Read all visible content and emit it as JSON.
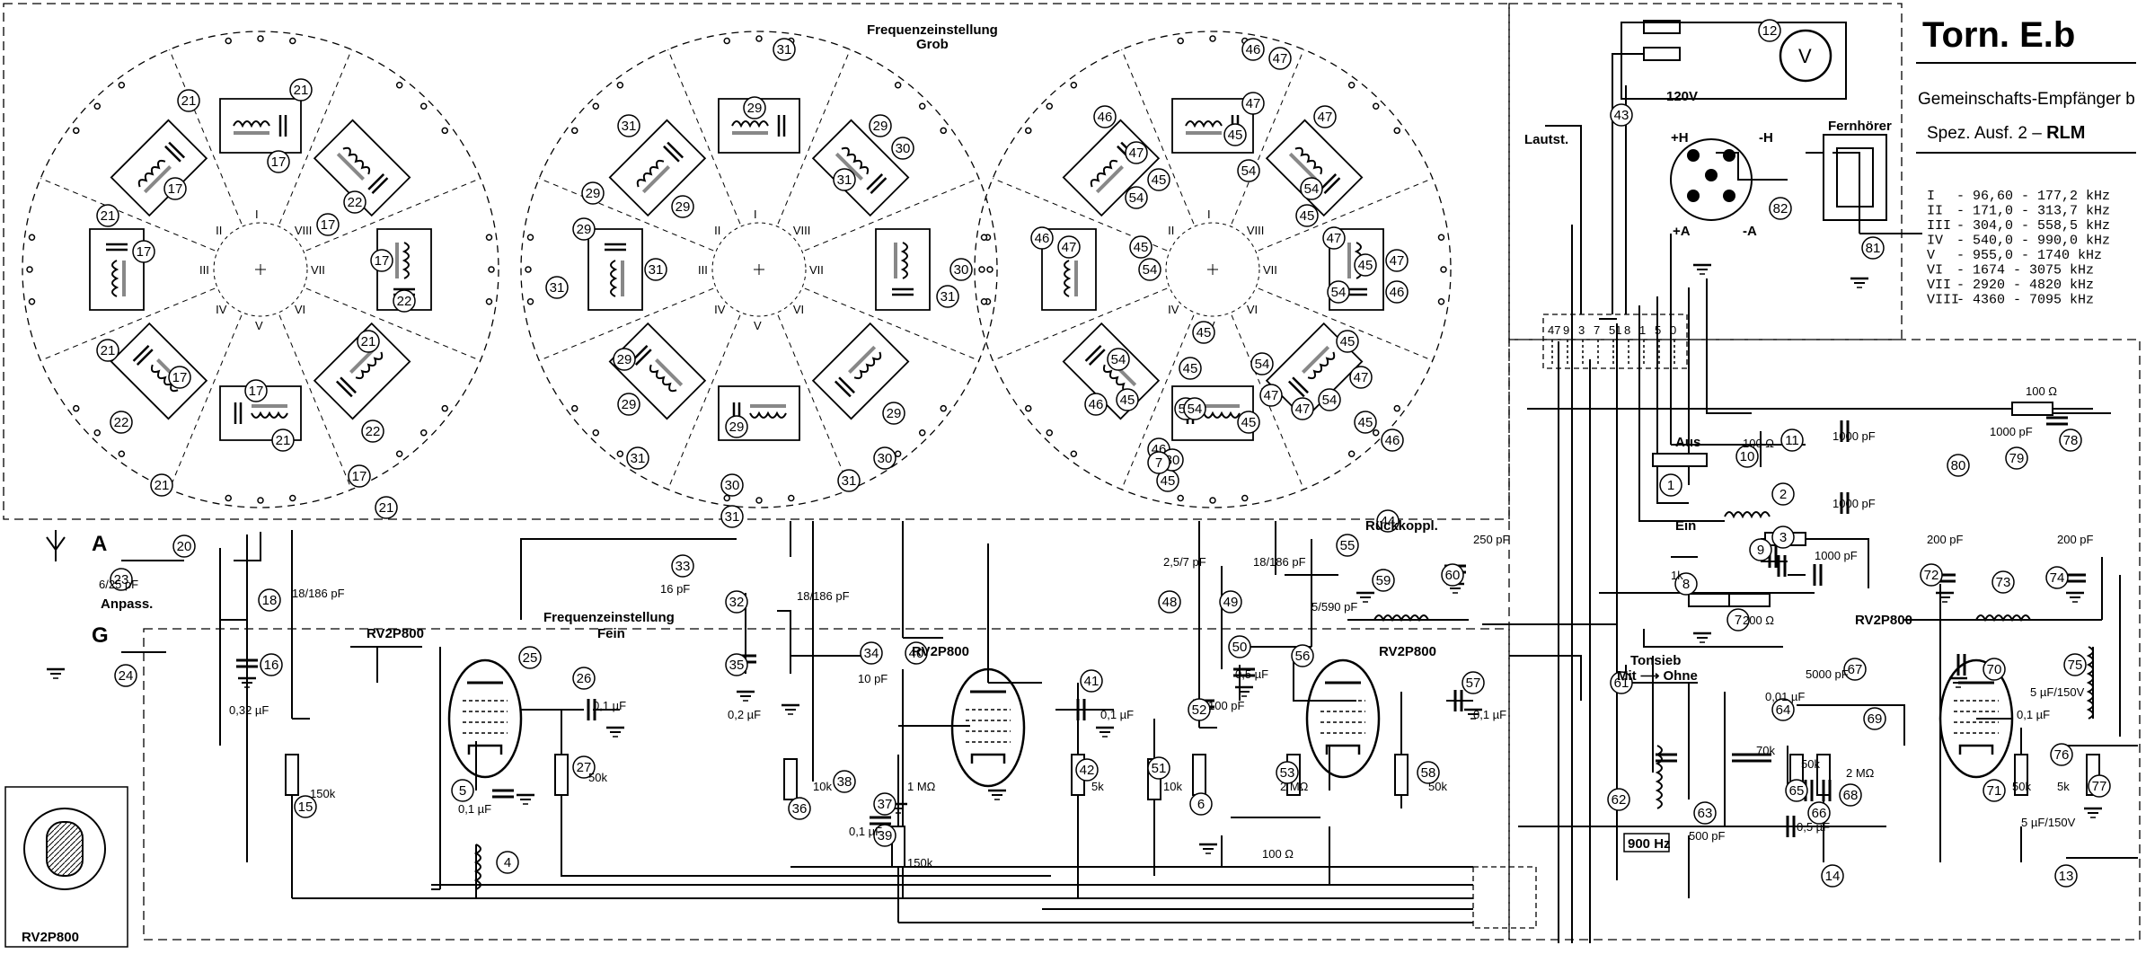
{
  "title": {
    "main": "Torn. E.b",
    "line1": "Gemeinschafts-Empfänger b",
    "line2_prefix": "Spez. Ausf. 2 – ",
    "line2_bold": "RLM"
  },
  "ranges": [
    {
      "roman": "I",
      "text": "-  96,60 - 177,2  kHz"
    },
    {
      "roman": "II",
      "text": "-  171,0 - 313,7  kHz"
    },
    {
      "roman": "III",
      "text": "-  304,0 - 558,5  kHz"
    },
    {
      "roman": "IV",
      "text": "-  540,0 - 990,0  kHz"
    },
    {
      "roman": "V",
      "text": "-  955,0 - 1740  kHz"
    },
    {
      "roman": "VI",
      "text": "-  1674 - 3075  kHz"
    },
    {
      "roman": "VII",
      "text": "-  2920 - 4820  kHz"
    },
    {
      "roman": "VIII",
      "text": "-  4360 - 7095  kHz"
    }
  ],
  "labels": {
    "freq_coarse_1": "Frequenzeinstellung",
    "freq_coarse_2": "Grob",
    "freq_fine_1": "Frequenzeinstellung",
    "freq_fine_2": "Fein",
    "lautst": "Lautst.",
    "fernhoerer": "Fernhörer",
    "rueckkoppl": "Rückkoppl.",
    "anpass": "Anpass.",
    "tonsieb": "Tonsieb",
    "mit_ohne": "Mit ⟶ Ohne",
    "aus": "Aus",
    "ein": "Ein",
    "v120": "120V",
    "hz900": "900 Hz",
    "ant_a": "A",
    "gnd_g": "G",
    "tube_name": "RV2P800",
    "base_label": "RV2P800"
  },
  "tubes": [
    {
      "name": "RV2P800",
      "ref": "25"
    },
    {
      "name": "RV2P800",
      "ref": "40"
    },
    {
      "name": "RV2P800",
      "ref": "56"
    },
    {
      "name": "RV2P800",
      "ref": "69"
    }
  ],
  "components": [
    {
      "ref": "18",
      "value": "18/186 pF"
    },
    {
      "ref": "16",
      "value": "0,32 µF"
    },
    {
      "ref": "15",
      "value": "150k"
    },
    {
      "ref": "26",
      "value": "0,1 µF"
    },
    {
      "ref": "27",
      "value": "50k"
    },
    {
      "ref": "5",
      "value": "0,1 µF"
    },
    {
      "ref": "32",
      "value": "18/186 pF"
    },
    {
      "ref": "33",
      "value": "16 pF"
    },
    {
      "ref": "35",
      "value": "0,2 µF"
    },
    {
      "ref": "34",
      "value": "10 pF"
    },
    {
      "ref": "36",
      "value": "10k"
    },
    {
      "ref": "37",
      "value": "1 MΩ"
    },
    {
      "ref": "38",
      "value": "0,1 µF"
    },
    {
      "ref": "39",
      "value": "150k"
    },
    {
      "ref": "41",
      "value": "0,1 µF"
    },
    {
      "ref": "42",
      "value": "5k"
    },
    {
      "ref": "48",
      "value": "2,5/7 pF"
    },
    {
      "ref": "49",
      "value": "18/186 pF"
    },
    {
      "ref": "50",
      "value": "0,5 µF"
    },
    {
      "ref": "51",
      "value": "10k"
    },
    {
      "ref": "52",
      "value": "100 pF"
    },
    {
      "ref": "53",
      "value": "2 MΩ"
    },
    {
      "ref": "55",
      "value": "5/590 pF"
    },
    {
      "ref": "57",
      "value": "0,1 µF"
    },
    {
      "ref": "58",
      "value": "50k"
    },
    {
      "ref": "60",
      "value": "250 pF"
    },
    {
      "ref": "6",
      "value": "100 Ω"
    },
    {
      "ref": "10",
      "value": "100 Ω"
    },
    {
      "ref": "11",
      "value": "1000 pF"
    },
    {
      "ref": "3",
      "value": "1000 pF"
    },
    {
      "ref": "9",
      "value": "1000 pF"
    },
    {
      "ref": "8",
      "value": "1k"
    },
    {
      "ref": "7",
      "value": "200 Ω"
    },
    {
      "ref": "67",
      "value": "5000 pF"
    },
    {
      "ref": "64",
      "value": "0,01 µF"
    },
    {
      "ref": "65",
      "value": "50k"
    },
    {
      "ref": "66",
      "value": "70k"
    },
    {
      "ref": "63",
      "value": "500 pF"
    },
    {
      "ref": "68",
      "value": "2 MΩ"
    },
    {
      "ref": "14",
      "value": "0,5 µF"
    },
    {
      "ref": "70",
      "value": "0,1 µF"
    },
    {
      "ref": "71",
      "value": "50k"
    },
    {
      "ref": "72",
      "value": "200 pF"
    },
    {
      "ref": "74",
      "value": "200 pF"
    },
    {
      "ref": "76",
      "value": "5 µF/150V"
    },
    {
      "ref": "77",
      "value": "5k"
    },
    {
      "ref": "13",
      "value": "5 µF/150V"
    },
    {
      "ref": "78",
      "value": "100 Ω"
    },
    {
      "ref": "79",
      "value": "1000 pF"
    },
    {
      "ref": "20",
      "value": "6/25 pF"
    }
  ],
  "connector_pins": [
    "47",
    "9",
    "3",
    "7",
    "51",
    "8",
    "1",
    "5",
    "0"
  ],
  "plug_pins": [
    "+H",
    "-H",
    "+A",
    "-A"
  ],
  "colors": {
    "ink": "#000000",
    "paper": "#ffffff"
  }
}
